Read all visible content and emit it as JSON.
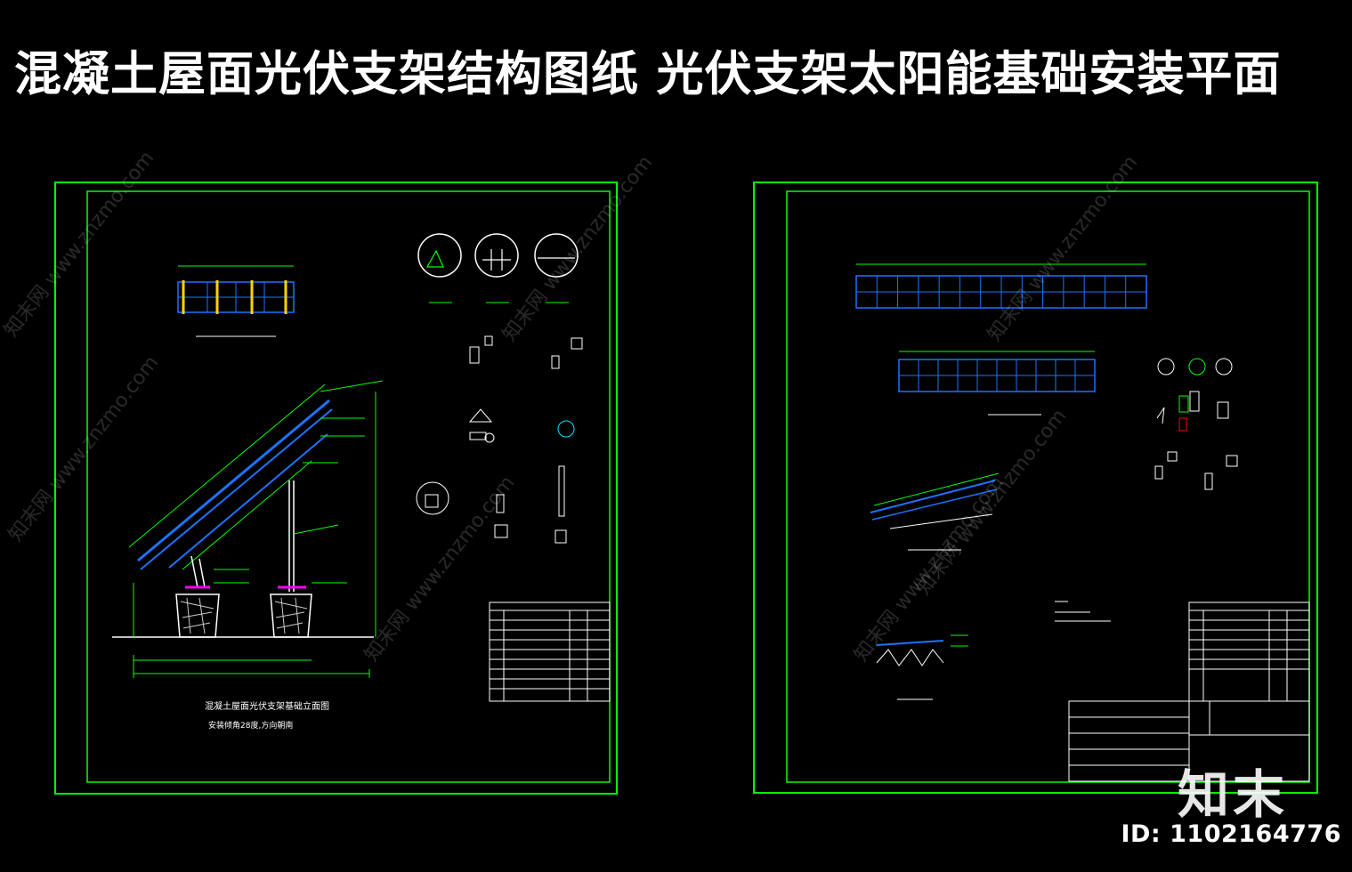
{
  "header": {
    "title": "混凝土屋面光伏支架结构图纸  光伏支架太阳能基础安装平面"
  },
  "left_sheet": {
    "caption": "混凝土屋面光伏支架基础立面图",
    "note": "安装倾角28度,方向朝南"
  },
  "right_sheet": {},
  "watermark": {
    "text": "知末网 www.znzmo.com",
    "brand": "知末",
    "asset_id": "ID: 1102164776"
  },
  "colors": {
    "background": "#000000",
    "frame": "#00ff00",
    "dimension": "#00ff00",
    "white_lines": "#ffffff",
    "panel": "#1e73ff",
    "cyan": "#00e5ff",
    "yellow": "#ffd400",
    "magenta": "#ff00ff"
  }
}
